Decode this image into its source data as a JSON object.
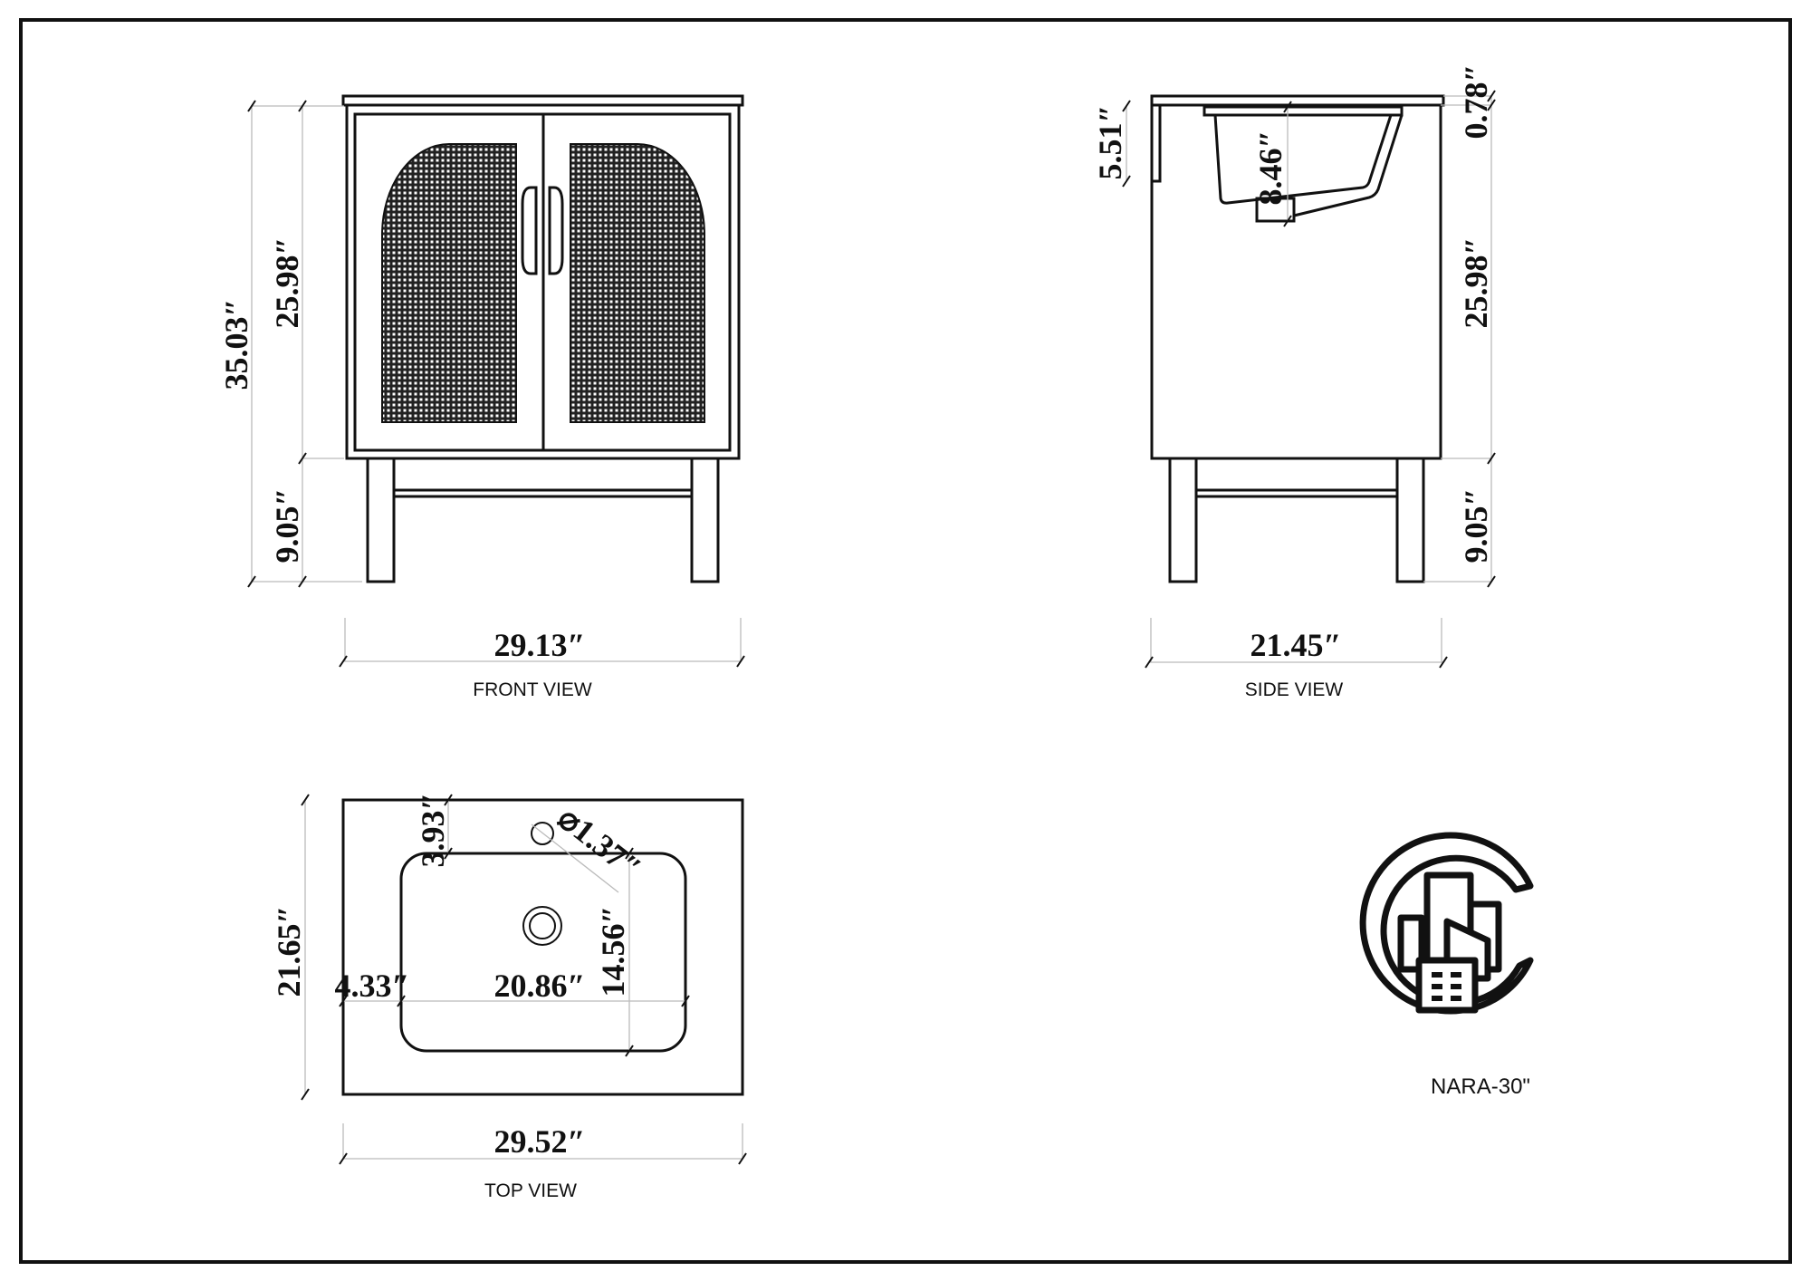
{
  "front_view": {
    "caption": "FRONT VIEW",
    "dims": {
      "overall_height": "35.03″",
      "cabinet_height": "25.98″",
      "leg_height": "9.05″",
      "width": "29.13″"
    }
  },
  "side_view": {
    "caption": "SIDE VIEW",
    "dims": {
      "top_thickness": "0.78″",
      "backsplash_height": "5.51″",
      "basin_depth": "8.46″",
      "cabinet_height": "25.98″",
      "leg_height": "9.05″",
      "depth": "21.45″"
    }
  },
  "top_view": {
    "caption": "TOP VIEW",
    "dims": {
      "top_depth": "21.65″",
      "basin_offset_top": "3.93″",
      "faucet_hole": "⌀1.37″",
      "basin_offset_left": "4.33″",
      "basin_width": "20.86″",
      "basin_depth": "14.56″",
      "top_width": "29.52″"
    }
  },
  "model": "NARA-30\"",
  "logo": {
    "icon": "city-buildings-c-logo"
  }
}
